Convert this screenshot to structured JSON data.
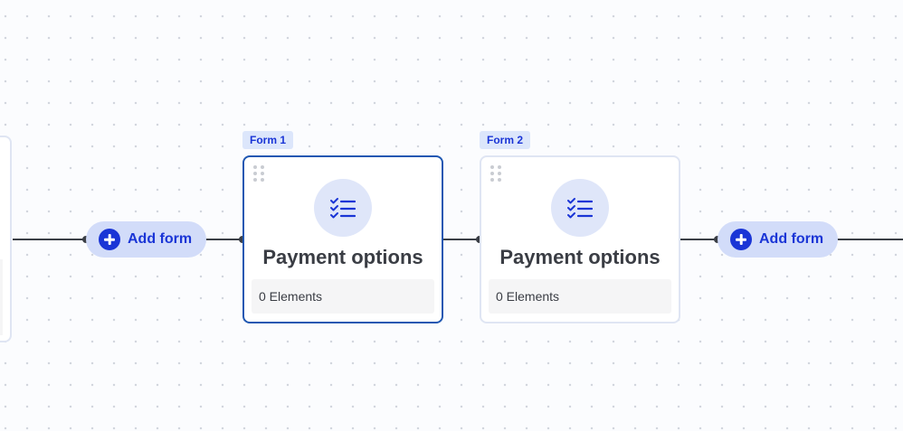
{
  "add_form_left": {
    "label": "Add form"
  },
  "add_form_right": {
    "label": "Add form"
  },
  "forms": [
    {
      "tag": "Form 1",
      "title": "Payment options",
      "elements": "0 Elements",
      "selected": true,
      "icon": "checklist-icon"
    },
    {
      "tag": "Form 2",
      "title": "Payment options",
      "elements": "0 Elements",
      "selected": false,
      "icon": "checklist-icon"
    }
  ],
  "colors": {
    "accent": "#1a35d6",
    "selected_border": "#1f57b2",
    "connector": "#3b3f46",
    "pill_bg": "#d2dcf9"
  }
}
